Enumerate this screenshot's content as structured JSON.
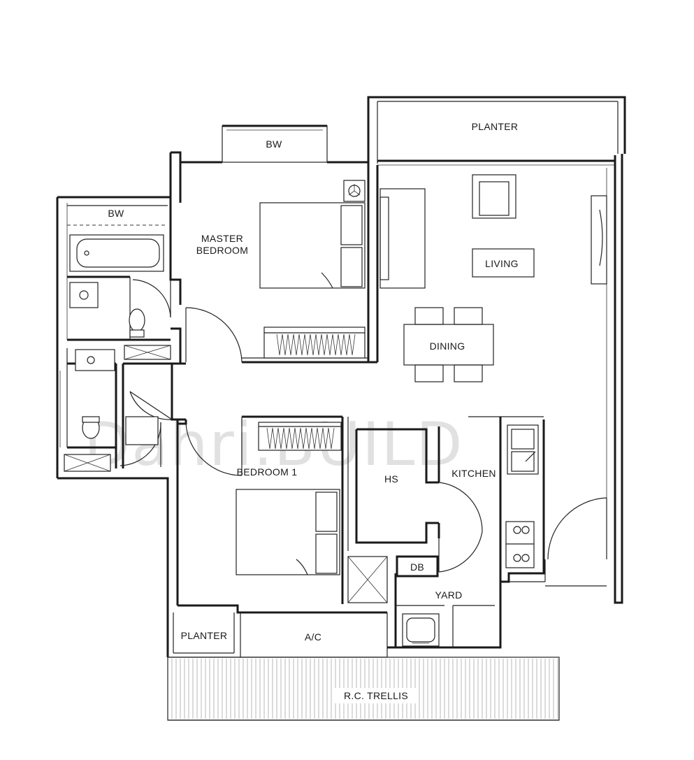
{
  "rooms": {
    "planter_top": "PLANTER",
    "bw_master": "BW",
    "bw_bath": "BW",
    "master_bedroom_line1": "MASTER",
    "master_bedroom_line2": "BEDROOM",
    "living": "LIVING",
    "dining": "DINING",
    "hs": "HS",
    "kitchen": "KITCHEN",
    "bedroom1": "BEDROOM 1",
    "db": "DB",
    "yard": "YARD",
    "planter_bottom": "PLANTER",
    "ac": "A/C",
    "trellis": "R.C. TRELLIS"
  },
  "watermark": "Dahri.BUILD"
}
